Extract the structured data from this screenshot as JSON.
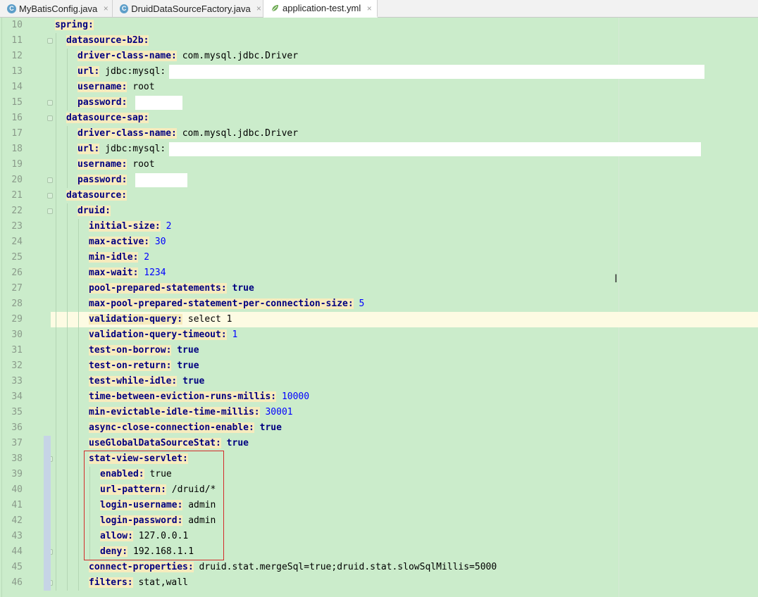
{
  "tabs": [
    {
      "label": "MyBatisConfig.java",
      "icon": "java-class-icon",
      "active": false
    },
    {
      "label": "DruidDataSourceFactory.java",
      "icon": "java-class-icon",
      "active": false
    },
    {
      "label": "application-test.yml",
      "icon": "yaml-leaf-icon",
      "active": true
    }
  ],
  "tab_icon_letter": "C",
  "close_glyph": "×",
  "colors": {
    "editor_bg": "#cbeccb",
    "current_line": "#fdfbe3",
    "key": "#000080",
    "number": "#0000ff",
    "highlight_box": "#d22a2a"
  },
  "current_line": 29,
  "lines": [
    {
      "n": 10,
      "i": 0,
      "key": "spring:",
      "val": ""
    },
    {
      "n": 11,
      "i": 1,
      "key": "datasource-b2b:",
      "val": ""
    },
    {
      "n": 12,
      "i": 2,
      "key": "driver-class-name:",
      "val": "com.mysql.jdbc.Driver"
    },
    {
      "n": 13,
      "i": 2,
      "key": "url:",
      "val": "jdbc:mysql:"
    },
    {
      "n": 14,
      "i": 2,
      "key": "username:",
      "val": "root"
    },
    {
      "n": 15,
      "i": 2,
      "key": "password:",
      "val": ""
    },
    {
      "n": 16,
      "i": 1,
      "key": "datasource-sap:",
      "val": ""
    },
    {
      "n": 17,
      "i": 2,
      "key": "driver-class-name:",
      "val": "com.mysql.jdbc.Driver"
    },
    {
      "n": 18,
      "i": 2,
      "key": "url:",
      "val": "jdbc:mysql:"
    },
    {
      "n": 19,
      "i": 2,
      "key": "username:",
      "val": "root"
    },
    {
      "n": 20,
      "i": 2,
      "key": "password:",
      "val": ""
    },
    {
      "n": 21,
      "i": 1,
      "key": "datasource:",
      "val": ""
    },
    {
      "n": 22,
      "i": 2,
      "key": "druid:",
      "val": ""
    },
    {
      "n": 23,
      "i": 3,
      "key": "initial-size:",
      "val": "2",
      "t": "num"
    },
    {
      "n": 24,
      "i": 3,
      "key": "max-active:",
      "val": "30",
      "t": "num"
    },
    {
      "n": 25,
      "i": 3,
      "key": "min-idle:",
      "val": "2",
      "t": "num"
    },
    {
      "n": 26,
      "i": 3,
      "key": "max-wait:",
      "val": "1234",
      "t": "num"
    },
    {
      "n": 27,
      "i": 3,
      "key": "pool-prepared-statements:",
      "val": "true",
      "t": "b"
    },
    {
      "n": 28,
      "i": 3,
      "key": "max-pool-prepared-statement-per-connection-size:",
      "val": "5",
      "t": "num"
    },
    {
      "n": 29,
      "i": 3,
      "key": "validation-query:",
      "val": "select 1"
    },
    {
      "n": 30,
      "i": 3,
      "key": "validation-query-timeout:",
      "val": "1",
      "t": "num"
    },
    {
      "n": 31,
      "i": 3,
      "key": "test-on-borrow:",
      "val": "true",
      "t": "b"
    },
    {
      "n": 32,
      "i": 3,
      "key": "test-on-return:",
      "val": "true",
      "t": "b"
    },
    {
      "n": 33,
      "i": 3,
      "key": "test-while-idle:",
      "val": "true",
      "t": "b"
    },
    {
      "n": 34,
      "i": 3,
      "key": "time-between-eviction-runs-millis:",
      "val": "10000",
      "t": "num"
    },
    {
      "n": 35,
      "i": 3,
      "key": "min-evictable-idle-time-millis:",
      "val": "30001",
      "t": "num"
    },
    {
      "n": 36,
      "i": 3,
      "key": "async-close-connection-enable:",
      "val": "true",
      "t": "b"
    },
    {
      "n": 37,
      "i": 3,
      "key": "useGlobalDataSourceStat:",
      "val": "true",
      "t": "b"
    },
    {
      "n": 38,
      "i": 3,
      "key": "stat-view-servlet:",
      "val": ""
    },
    {
      "n": 39,
      "i": 4,
      "key": "enabled:",
      "val": "true"
    },
    {
      "n": 40,
      "i": 4,
      "key": "url-pattern:",
      "val": "/druid/*"
    },
    {
      "n": 41,
      "i": 4,
      "key": "login-username:",
      "val": "admin"
    },
    {
      "n": 42,
      "i": 4,
      "key": "login-password:",
      "val": "admin"
    },
    {
      "n": 43,
      "i": 4,
      "key": "allow:",
      "val": "127.0.0.1"
    },
    {
      "n": 44,
      "i": 4,
      "key": "deny:",
      "val": "192.168.1.1"
    },
    {
      "n": 45,
      "i": 3,
      "key": "connect-properties:",
      "val": "druid.stat.mergeSql=true;druid.stat.slowSqlMillis=5000"
    },
    {
      "n": 46,
      "i": 3,
      "key": "filters:",
      "val": "stat,wall"
    }
  ]
}
